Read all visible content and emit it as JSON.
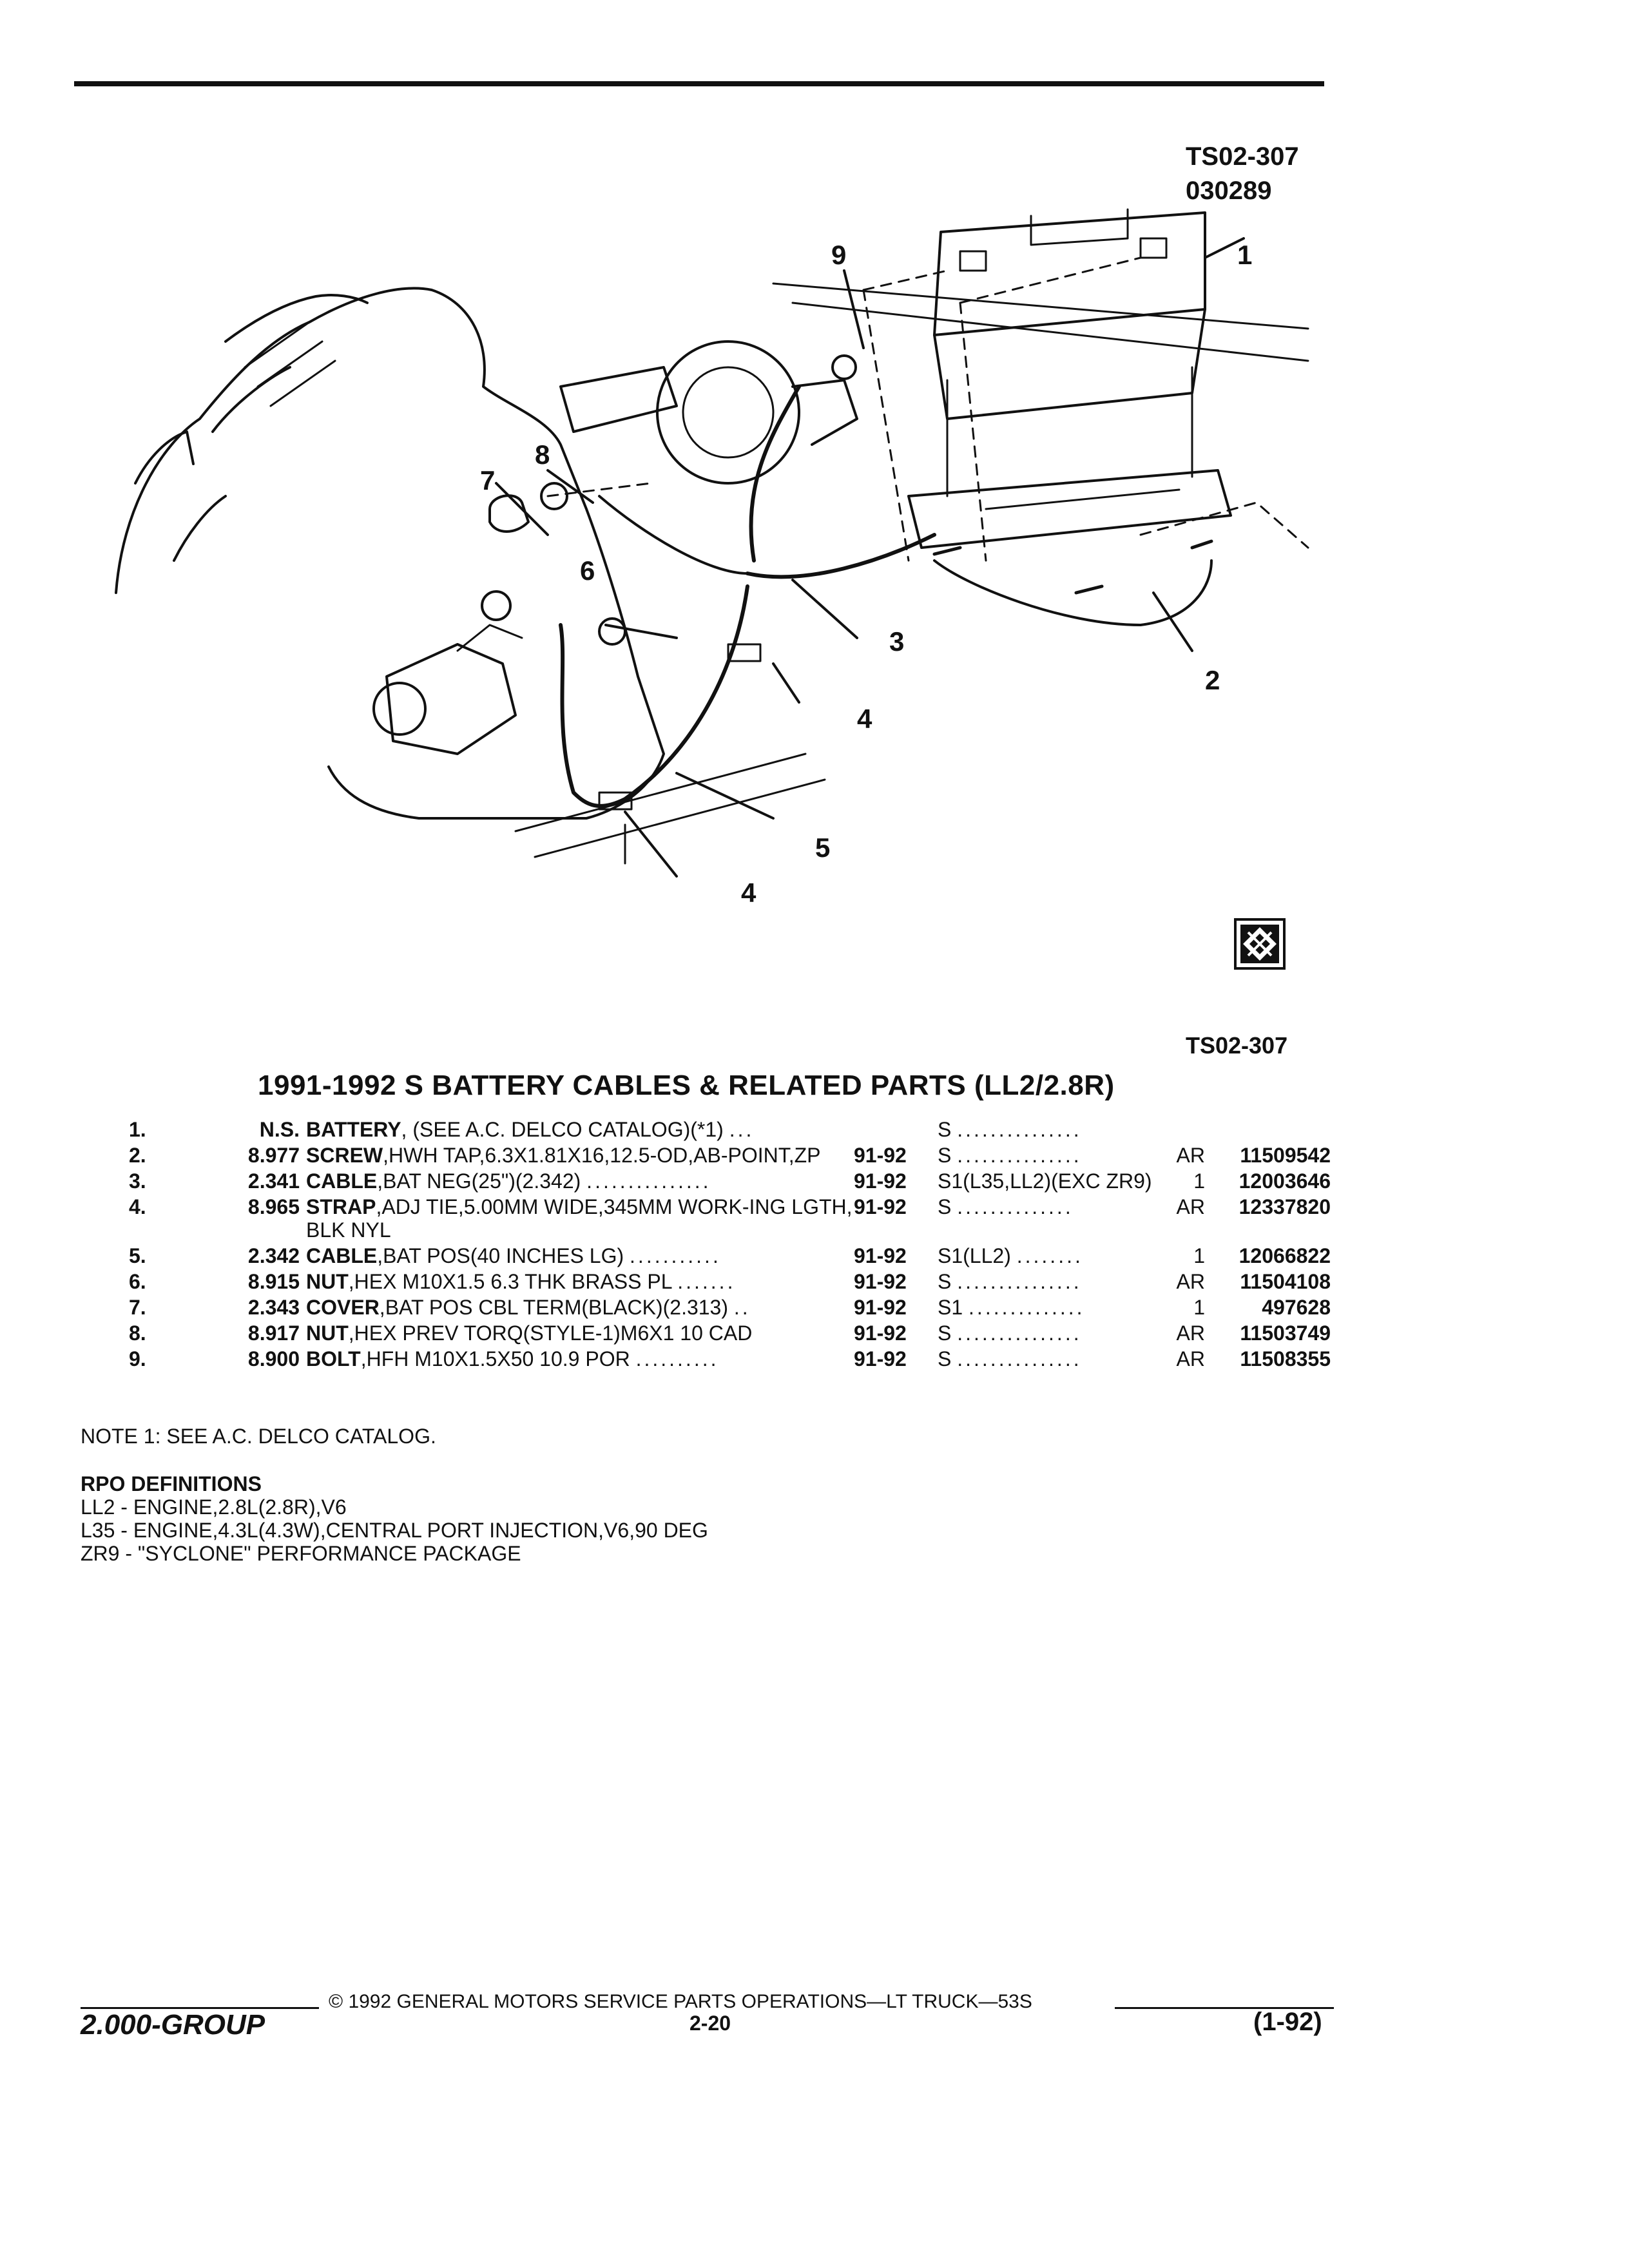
{
  "figure": {
    "ref_top": "TS02-307",
    "ref_code": "030289",
    "ref_bottom": "TS02-307",
    "callouts": [
      "1",
      "2",
      "3",
      "4",
      "4",
      "5",
      "6",
      "7",
      "8",
      "9"
    ]
  },
  "title": "1991-1992 S BATTERY CABLES & RELATED PARTS (LL2/2.8R)",
  "parts": [
    {
      "no": "1.",
      "grp": "N.S.",
      "name": "BATTERY",
      "desc": ", (SEE A.C. DELCO CATALOG)(*1)",
      "dots1": "...",
      "years": "",
      "rpo": "S",
      "dots2": "...............",
      "qty": "",
      "pn": ""
    },
    {
      "no": "2.",
      "grp": "8.977",
      "name": "SCREW",
      "desc": ",HWH TAP,6.3X1.81X16,12.5-OD,AB-POINT,ZP",
      "dots1": "",
      "years": "91-92",
      "rpo": "S",
      "dots2": "...............",
      "qty": "AR",
      "pn": "11509542"
    },
    {
      "no": "3.",
      "grp": "2.341",
      "name": "CABLE",
      "desc": ",BAT NEG(25\")(2.342)",
      "dots1": "...............",
      "years": "91-92",
      "rpo": "S1(L35,LL2)(EXC ZR9)",
      "dots2": "",
      "qty": "1",
      "pn": "12003646"
    },
    {
      "no": "4.",
      "grp": "8.965",
      "name": "STRAP",
      "desc": ",ADJ TIE,5.00MM WIDE,345MM WORK-ING LGTH, BLK NYL",
      "dots1": "",
      "years": "91-92",
      "rpo": "S",
      "dots2": "..............",
      "qty": "AR",
      "pn": "12337820"
    },
    {
      "no": "5.",
      "grp": "2.342",
      "name": "CABLE",
      "desc": ",BAT POS(40 INCHES LG)",
      "dots1": "...........",
      "years": "91-92",
      "rpo": "S1(LL2)",
      "dots2": "........",
      "qty": "1",
      "pn": "12066822"
    },
    {
      "no": "6.",
      "grp": "8.915",
      "name": "NUT",
      "desc": ",HEX M10X1.5 6.3 THK BRASS PL",
      "dots1": ".......",
      "years": "91-92",
      "rpo": "S",
      "dots2": "...............",
      "qty": "AR",
      "pn": "11504108"
    },
    {
      "no": "7.",
      "grp": "2.343",
      "name": "COVER",
      "desc": ",BAT POS CBL TERM(BLACK)(2.313)",
      "dots1": "..",
      "years": "91-92",
      "rpo": "S1",
      "dots2": "..............",
      "qty": "1",
      "pn": "497628"
    },
    {
      "no": "8.",
      "grp": "8.917",
      "name": "NUT",
      "desc": ",HEX PREV TORQ(STYLE-1)M6X1 10 CAD",
      "dots1": "",
      "years": "91-92",
      "rpo": "S",
      "dots2": "...............",
      "qty": "AR",
      "pn": "11503749"
    },
    {
      "no": "9.",
      "grp": "8.900",
      "name": "BOLT",
      "desc": ",HFH M10X1.5X50 10.9 POR",
      "dots1": "..........",
      "years": "91-92",
      "rpo": "S",
      "dots2": "...............",
      "qty": "AR",
      "pn": "11508355"
    }
  ],
  "note": "NOTE  1:  SEE A.C. DELCO CATALOG.",
  "rpo_definitions": {
    "header": "RPO DEFINITIONS",
    "items": [
      "LL2 - ENGINE,2.8L(2.8R),V6",
      "L35 - ENGINE,4.3L(4.3W),CENTRAL PORT INJECTION,V6,90 DEG",
      "ZR9 - \"SYCLONE\" PERFORMANCE PACKAGE"
    ]
  },
  "footer": {
    "copyright": "© 1992 GENERAL MOTORS SERVICE PARTS OPERATIONS—LT TRUCK—53S",
    "group": "2.000-GROUP",
    "page": "2-20",
    "date": "(1-92)"
  }
}
